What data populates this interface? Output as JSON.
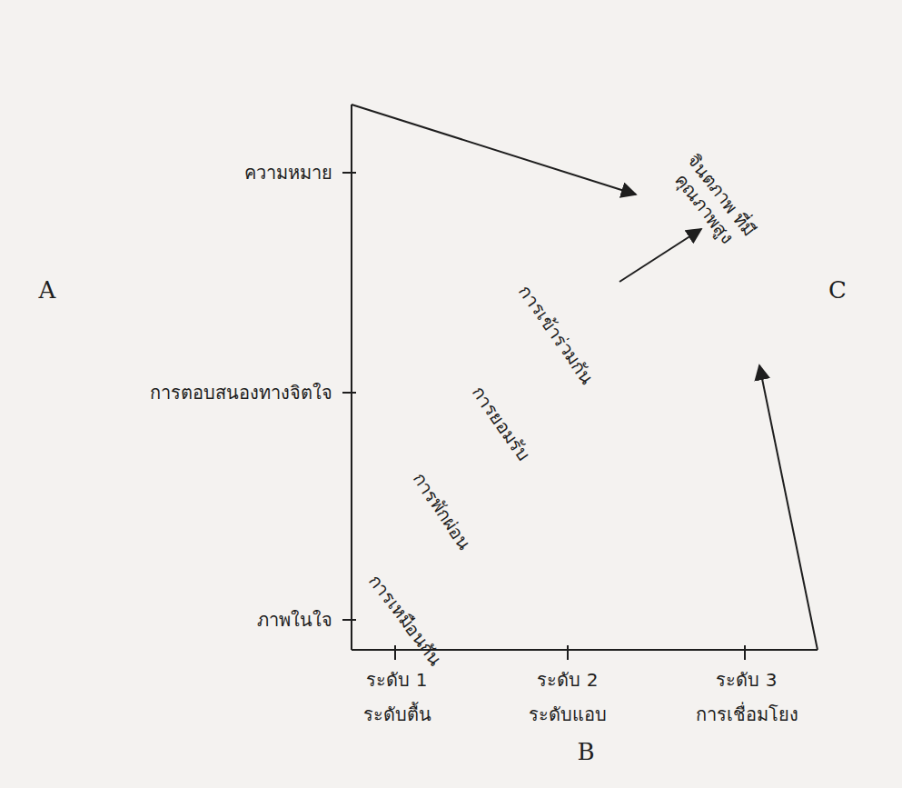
{
  "diagram": {
    "labels": [
      "ความหมาย",
      "การตอบสนองทางจิตใจ",
      "ภาพในใจ",
      "ระดับ 1",
      "ระดับตื้น",
      "ระดับ 2",
      "ระดับแอบ",
      "ระดับ 3",
      "การเชื่อมโยง",
      "A",
      "B",
      "C",
      "การเหมือนกัน",
      "การพักผ่อน",
      "การยอมรับ",
      "การเข้าร่วมกัน",
      "จินตภาพ ที่มี คุณภาพสูง"
    ]
  }
}
